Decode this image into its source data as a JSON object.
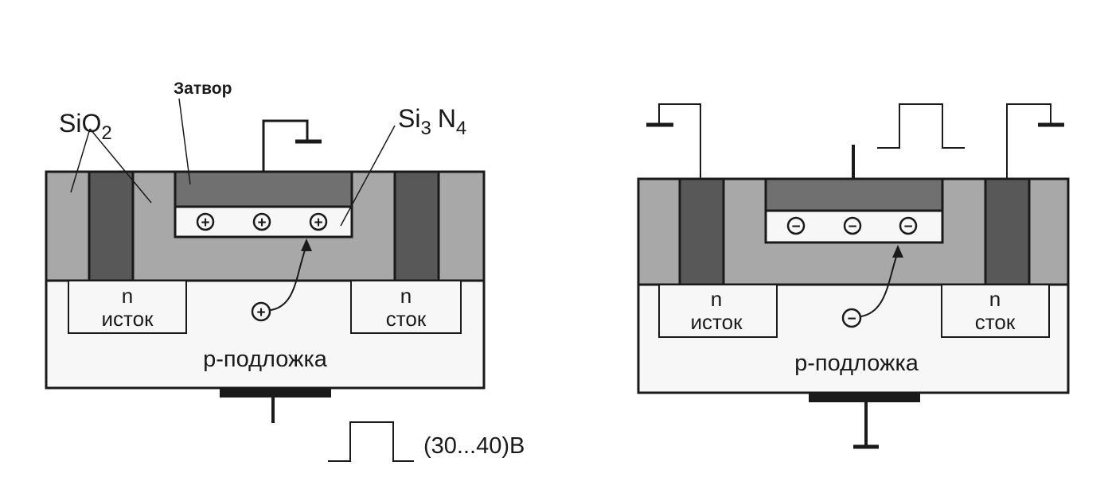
{
  "left": {
    "sio2_label": "SiO",
    "sio2_sub": "2",
    "gate_label": "Затвор",
    "si_label": "Si",
    "si_sub": "3",
    "n_label": "N",
    "n_sub": "4",
    "source_n": "n",
    "source_label": "исток",
    "drain_n": "n",
    "drain_label": "сток",
    "substrate_label": "p-подложка",
    "pulse_label": "(30...40)В",
    "charge_symbol": "+"
  },
  "right": {
    "source_n": "n",
    "source_label": "исток",
    "drain_n": "n",
    "drain_label": "сток",
    "substrate_label": "p-подложка",
    "charge_symbol": "−"
  },
  "colors": {
    "oxide": "#a8a8a8",
    "dark_contact": "#585858",
    "gate": "#707070",
    "body": "#f7f7f7",
    "line": "#1a1a1a"
  }
}
